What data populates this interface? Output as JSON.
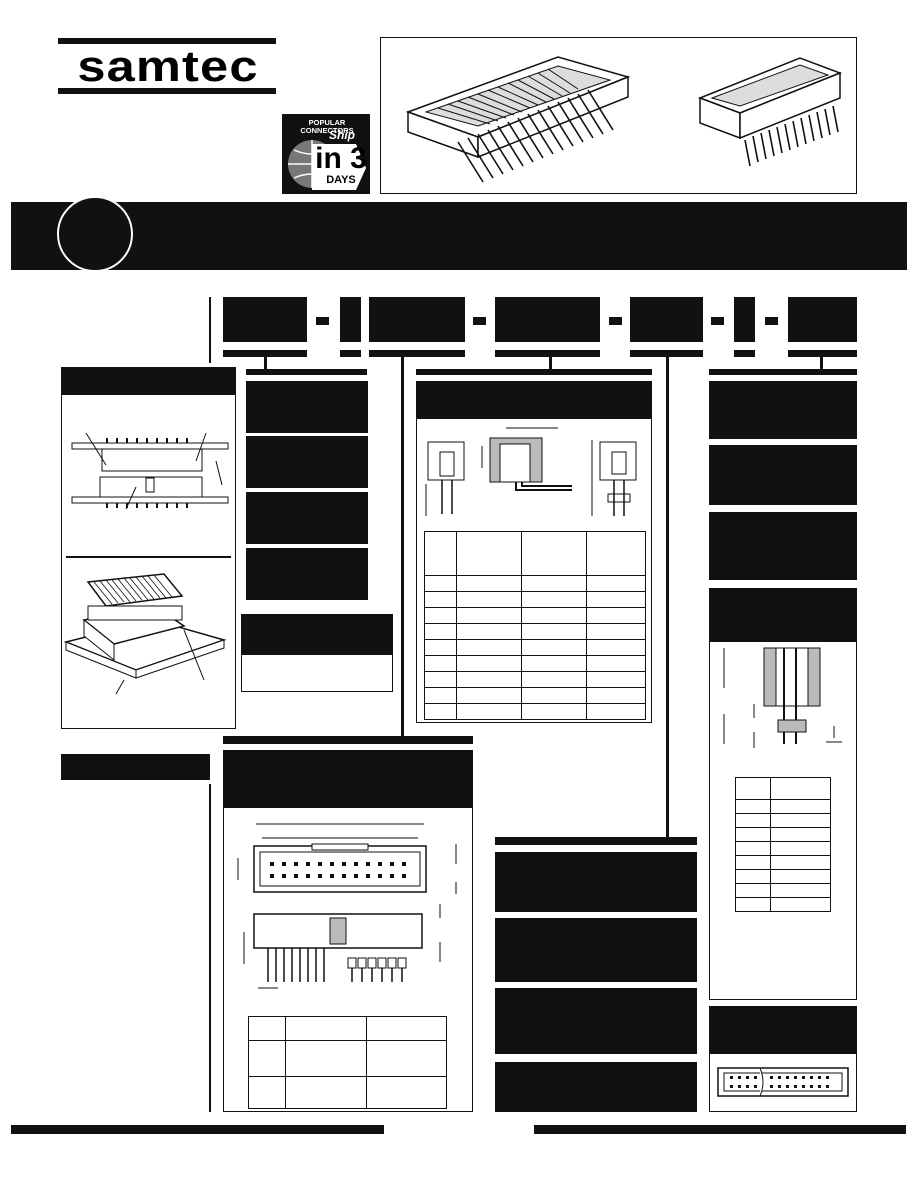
{
  "logo": {
    "brand": "samtec"
  },
  "badge": {
    "line1": "POPULAR CONNECTORS",
    "line2": "Ship",
    "line3": "in 3",
    "line4": "DAYS"
  },
  "colors": {
    "ink": "#111111",
    "paper": "#ffffff"
  },
  "icons": [
    "shielded-header-illustration",
    "shielded-header-right-angle-illustration",
    "globe-icon"
  ]
}
